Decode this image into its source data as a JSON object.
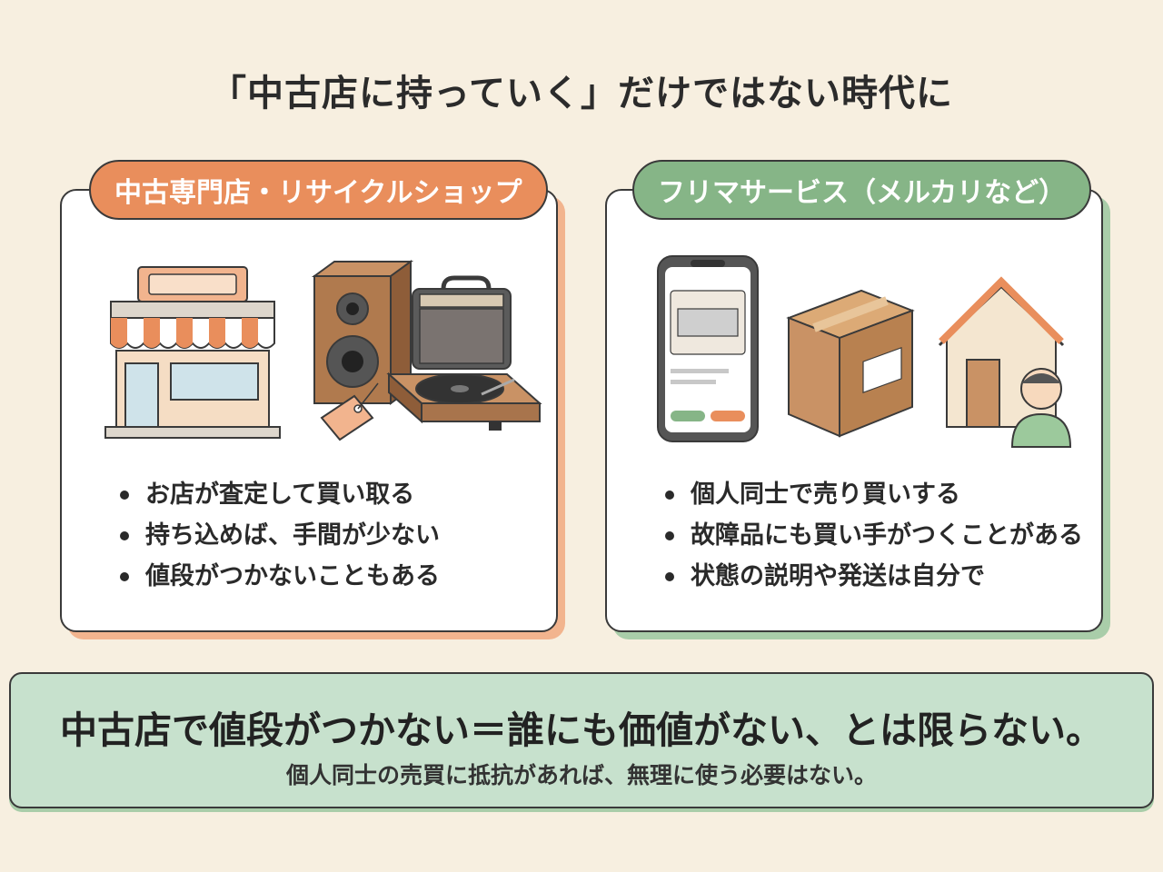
{
  "title": "「中古店に持っていく」だけではない時代に",
  "left_card": {
    "tag": "中古専門店・リサイクルショップ",
    "bullets": [
      "お店が査定して買い取る",
      "持ち込めば、手間が少ない",
      "値段がつかないこともある"
    ],
    "icons": [
      "shop-icon",
      "speaker-icon",
      "amplifier-icon",
      "turntable-icon",
      "price-tag-icon"
    ]
  },
  "right_card": {
    "tag": "フリマサービス（メルカリなど）",
    "bullets": [
      "個人同士で売り買いする",
      "故障品にも買い手がつくことがある",
      "状態の説明や発送は自分で"
    ],
    "icons": [
      "smartphone-icon",
      "cardboard-box-icon",
      "house-icon",
      "person-icon"
    ]
  },
  "bottom": {
    "main": "中古店で値段がつかない＝誰にも価値がない、とは限らない。",
    "sub": "個人同士の売買に抵抗があれば、無理に使う必要はない。"
  },
  "colors": {
    "background": "#f7efe0",
    "left_accent": "#e98e5c",
    "right_accent": "#86b587",
    "bottom_fill": "#c7e1cd"
  }
}
